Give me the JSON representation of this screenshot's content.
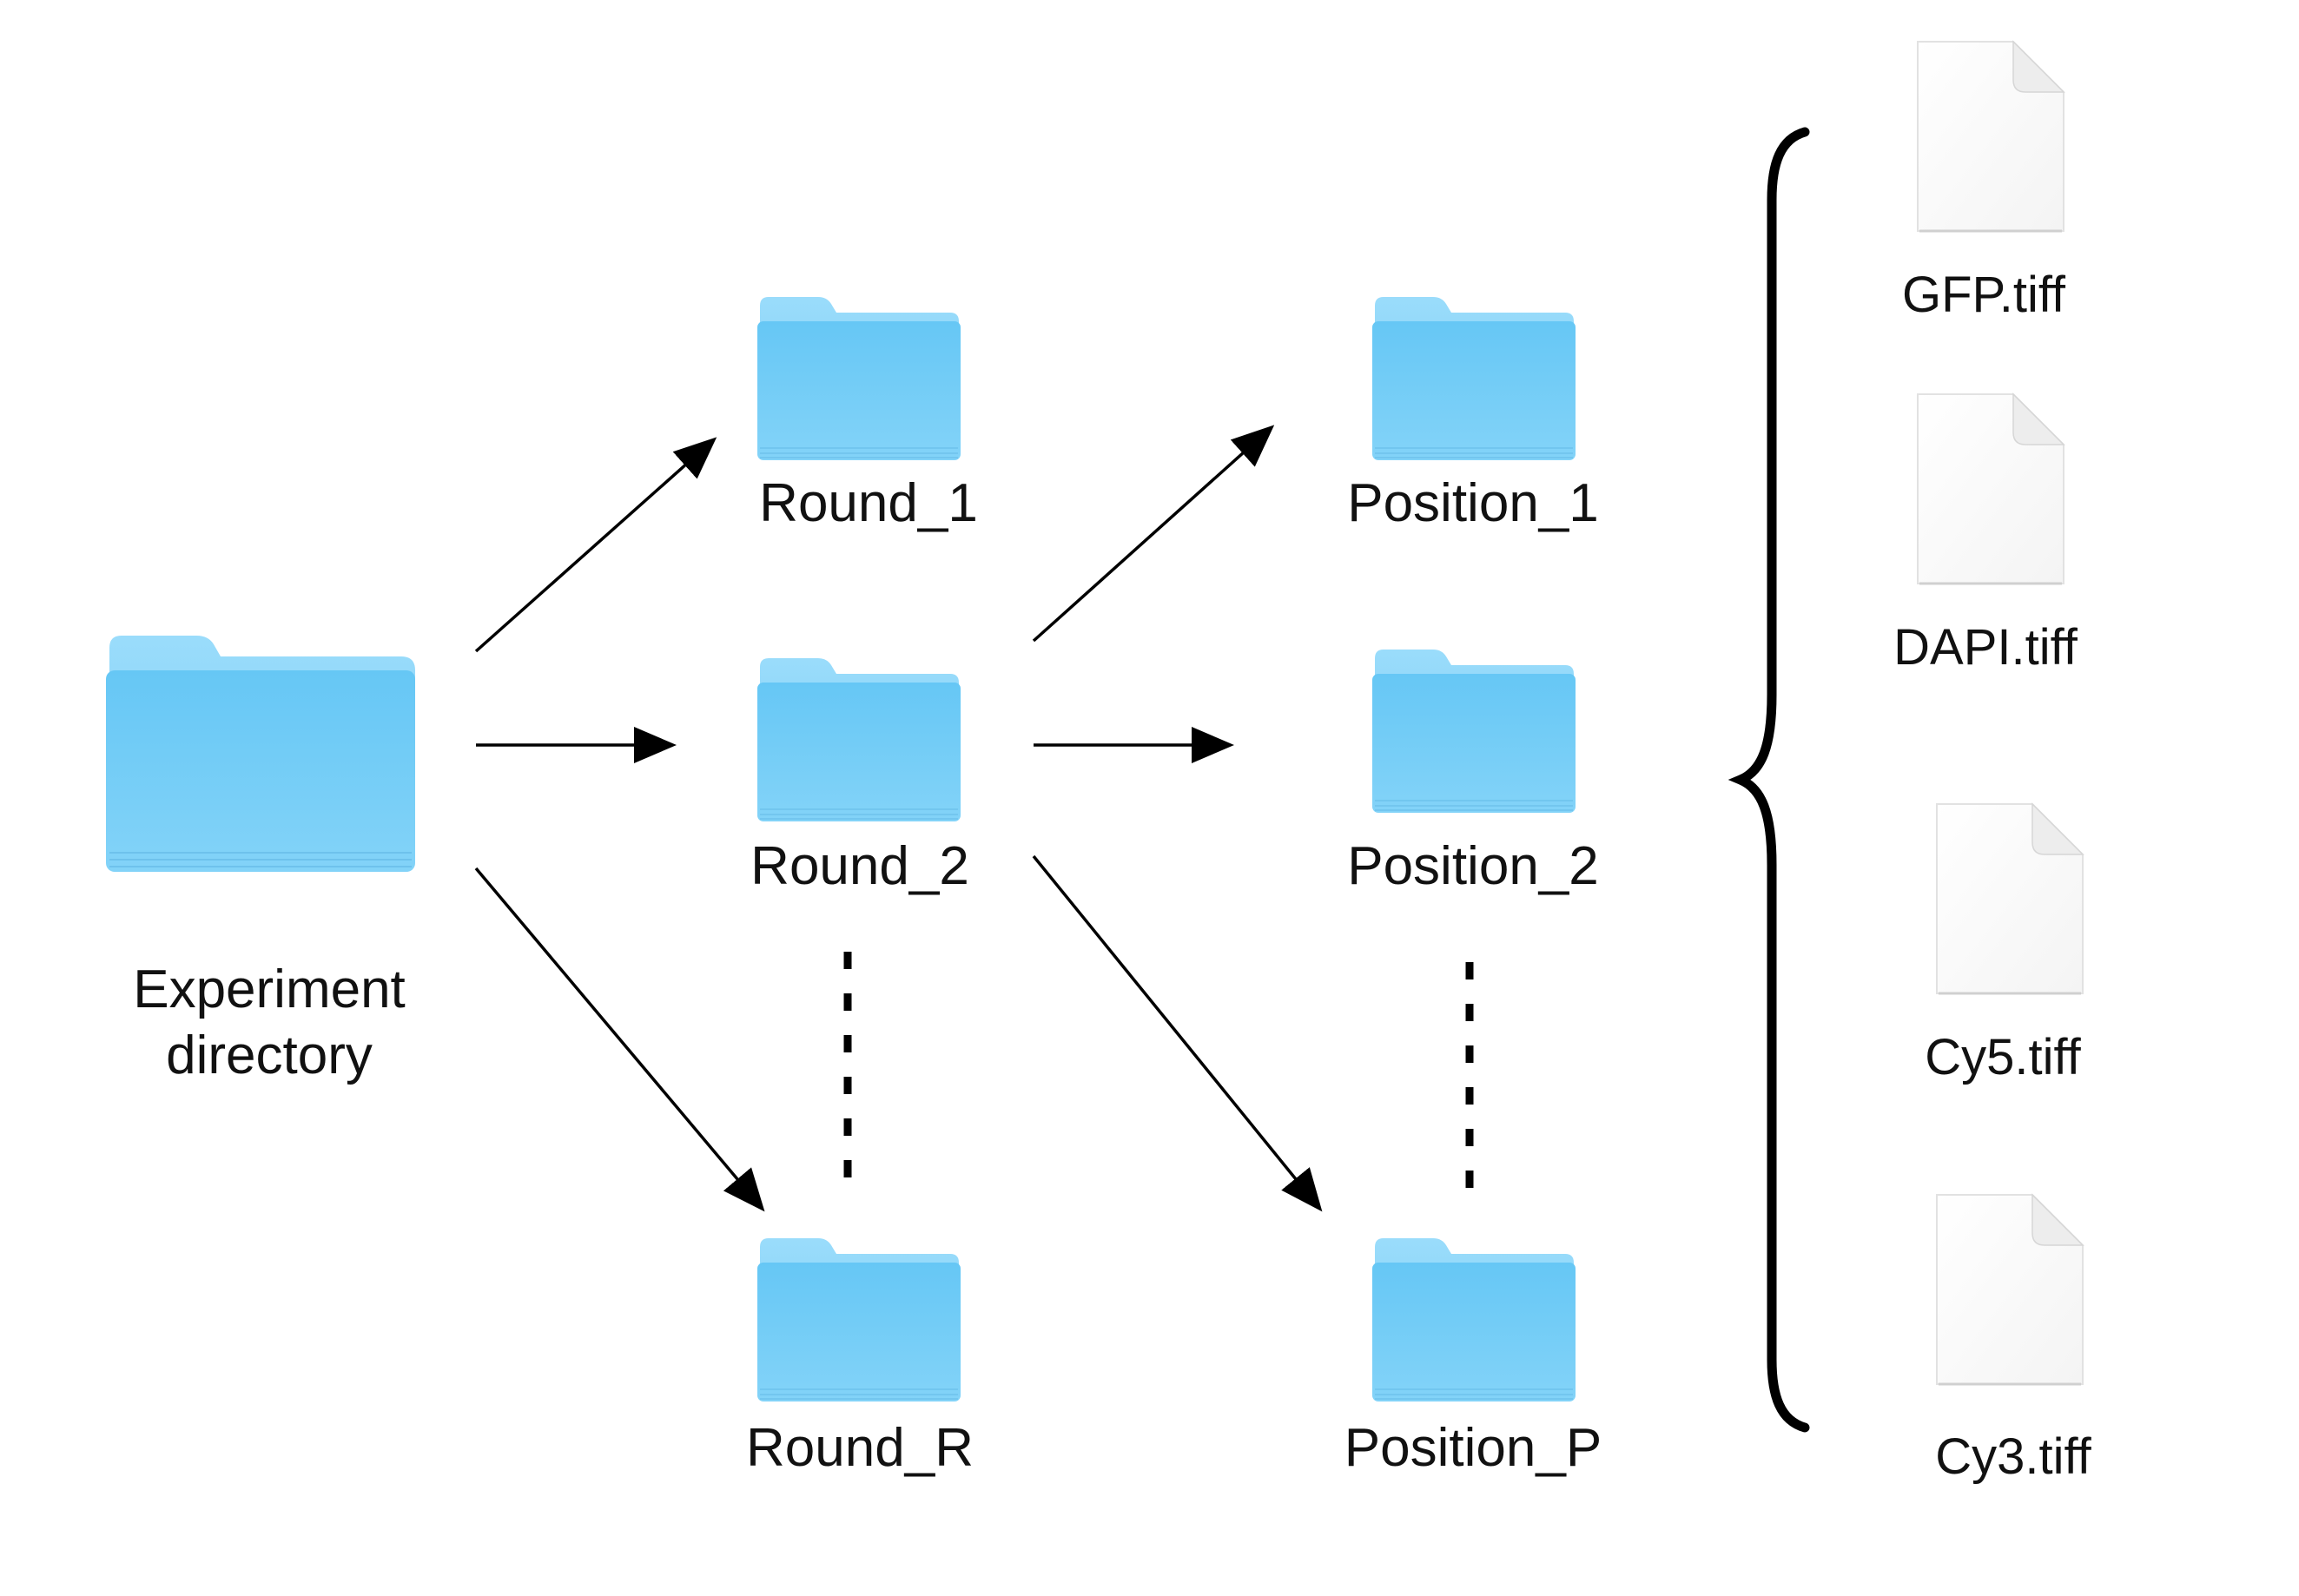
{
  "diagram": {
    "root": {
      "label_lines": [
        "Experiment",
        "directory"
      ]
    },
    "rounds": [
      {
        "label": "Round_1"
      },
      {
        "label": "Round_2"
      },
      {
        "label": "Round_R"
      }
    ],
    "positions": [
      {
        "label": "Position_1"
      },
      {
        "label": "Position_2"
      },
      {
        "label": "Position_P"
      }
    ],
    "files": [
      {
        "label": "GFP.tiff"
      },
      {
        "label": "DAPI.tiff"
      },
      {
        "label": "Cy5.tiff"
      },
      {
        "label": "Cy3.tiff"
      }
    ],
    "icons": {
      "folder": "folder-icon",
      "file": "file-icon",
      "arrow": "arrow-icon",
      "brace": "curly-brace"
    },
    "colors": {
      "folder_front": "#79CFF7",
      "folder_back": "#8FD8FA",
      "file_fill": "#FFFFFF",
      "line": "#000000"
    }
  }
}
